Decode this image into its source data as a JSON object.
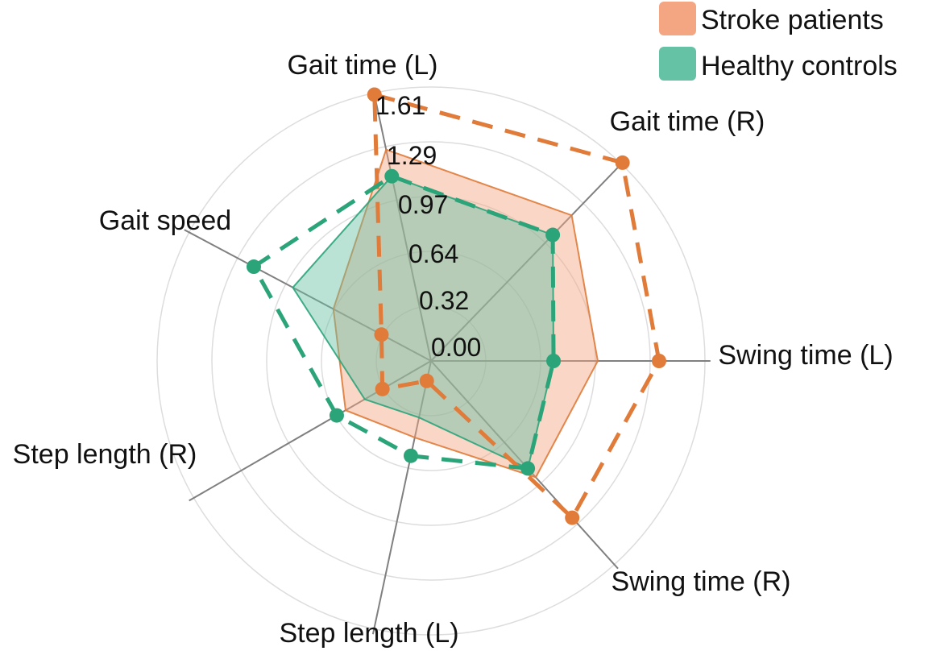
{
  "chart_data": {
    "type": "radar",
    "axes": [
      "Gait time (L)",
      "Gait time (R)",
      "Swing time (L)",
      "Swing time (R)",
      "Step length (L)",
      "Step length (R)",
      "Gait speed"
    ],
    "axis_angles_deg": [
      102,
      46,
      0,
      -48,
      -102,
      -150,
      152
    ],
    "radial_ticks": [
      "0.00",
      "0.32",
      "0.64",
      "0.97",
      "1.29",
      "1.61"
    ],
    "rmax": 1.61,
    "legend": {
      "position": "top-right"
    },
    "series": [
      {
        "name": "Stroke patients",
        "color": "#f4a582",
        "stroke": "#e07b39",
        "fill_values": [
          1.27,
          1.19,
          0.98,
          0.92,
          0.46,
          0.58,
          0.65
        ],
        "marker_values": [
          1.6,
          1.62,
          1.34,
          1.24,
          0.12,
          0.33,
          0.33
        ]
      },
      {
        "name": "Healthy controls",
        "color": "#66c2a5",
        "stroke": "#2ca47a",
        "fill_values": [
          1.11,
          1.03,
          0.72,
          0.85,
          0.34,
          0.45,
          0.92
        ],
        "marker_values": [
          1.11,
          1.03,
          0.72,
          0.85,
          0.57,
          0.64,
          1.18
        ]
      }
    ]
  }
}
